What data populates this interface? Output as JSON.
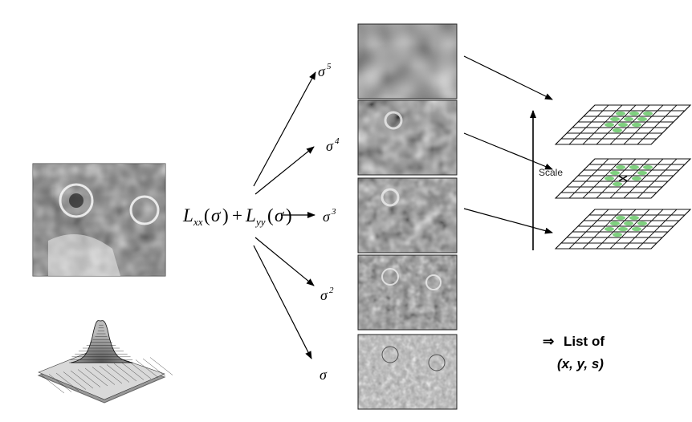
{
  "diagram": {
    "equation": {
      "L": "L",
      "sub_xx": "xx",
      "sub_yy": "yy",
      "open_paren": "(",
      "sigma": "σ",
      "close_paren": ")",
      "plus": "+"
    },
    "scale_levels": [
      {
        "base": "σ",
        "exp": "5"
      },
      {
        "base": "σ",
        "exp": "4"
      },
      {
        "base": "σ",
        "exp": "3"
      },
      {
        "base": "σ",
        "exp": "2"
      },
      {
        "base": "σ",
        "exp": ""
      }
    ],
    "scale_axis_label": "Scale",
    "result": {
      "arrow": "⇒",
      "line1": "List of",
      "line2": "(x, y, s)"
    },
    "colors": {
      "keypoint": "#7ed07e",
      "grid": "#111111"
    }
  }
}
